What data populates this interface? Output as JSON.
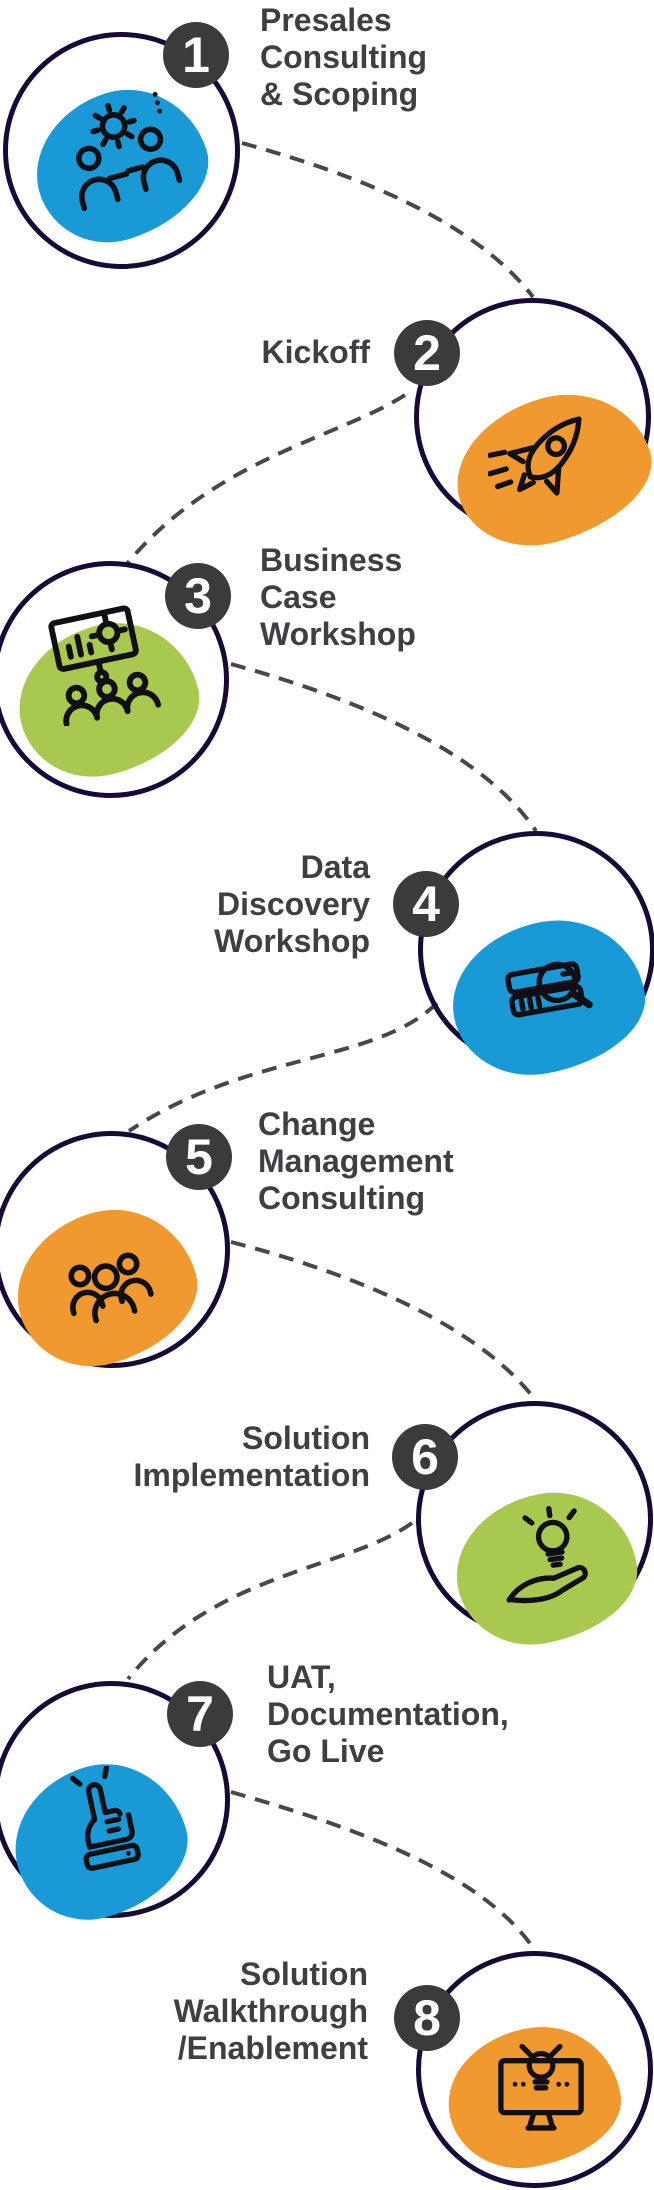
{
  "diagram": {
    "type": "process-timeline",
    "orientation": "vertical-alternating",
    "connector_style": "dashed-curve"
  },
  "palette": {
    "blue": "#199ad6",
    "orange": "#f0992e",
    "green": "#a9c84f",
    "ring_outline": "#170a36",
    "badge_background": "#3b3b3b",
    "badge_number_color": "#ffffff",
    "label_text": "#3e3f42",
    "connector": "#45484c",
    "icon_stroke": "#101014",
    "background": "#ffffff"
  },
  "steps": [
    {
      "number": "1",
      "side": "left",
      "color": "#199ad6",
      "icon": "consulting-icon",
      "label_lines": [
        "Presales",
        "Consulting",
        "& Scoping"
      ]
    },
    {
      "number": "2",
      "side": "right",
      "color": "#f0992e",
      "icon": "rocket-icon",
      "label_lines": [
        "Kickoff"
      ]
    },
    {
      "number": "3",
      "side": "left",
      "color": "#a9c84f",
      "icon": "presentation-workshop-icon",
      "label_lines": [
        "Business",
        "Case",
        "Workshop"
      ]
    },
    {
      "number": "4",
      "side": "right",
      "color": "#199ad6",
      "icon": "data-search-icon",
      "label_lines": [
        "Data",
        "Discovery",
        "Workshop"
      ]
    },
    {
      "number": "5",
      "side": "left",
      "color": "#f0992e",
      "icon": "team-icon",
      "label_lines": [
        "Change",
        "Management",
        "Consulting"
      ]
    },
    {
      "number": "6",
      "side": "right",
      "color": "#a9c84f",
      "icon": "hand-bulb-icon",
      "label_lines": [
        "Solution",
        "Implementation"
      ]
    },
    {
      "number": "7",
      "side": "left",
      "color": "#199ad6",
      "icon": "hand-press-icon",
      "label_lines": [
        "UAT,",
        "Documentation,",
        "Go Live"
      ]
    },
    {
      "number": "8",
      "side": "right",
      "color": "#f0992e",
      "icon": "monitor-bulb-icon",
      "label_lines": [
        "Solution",
        "Walkthrough",
        "/Enablement"
      ]
    }
  ]
}
